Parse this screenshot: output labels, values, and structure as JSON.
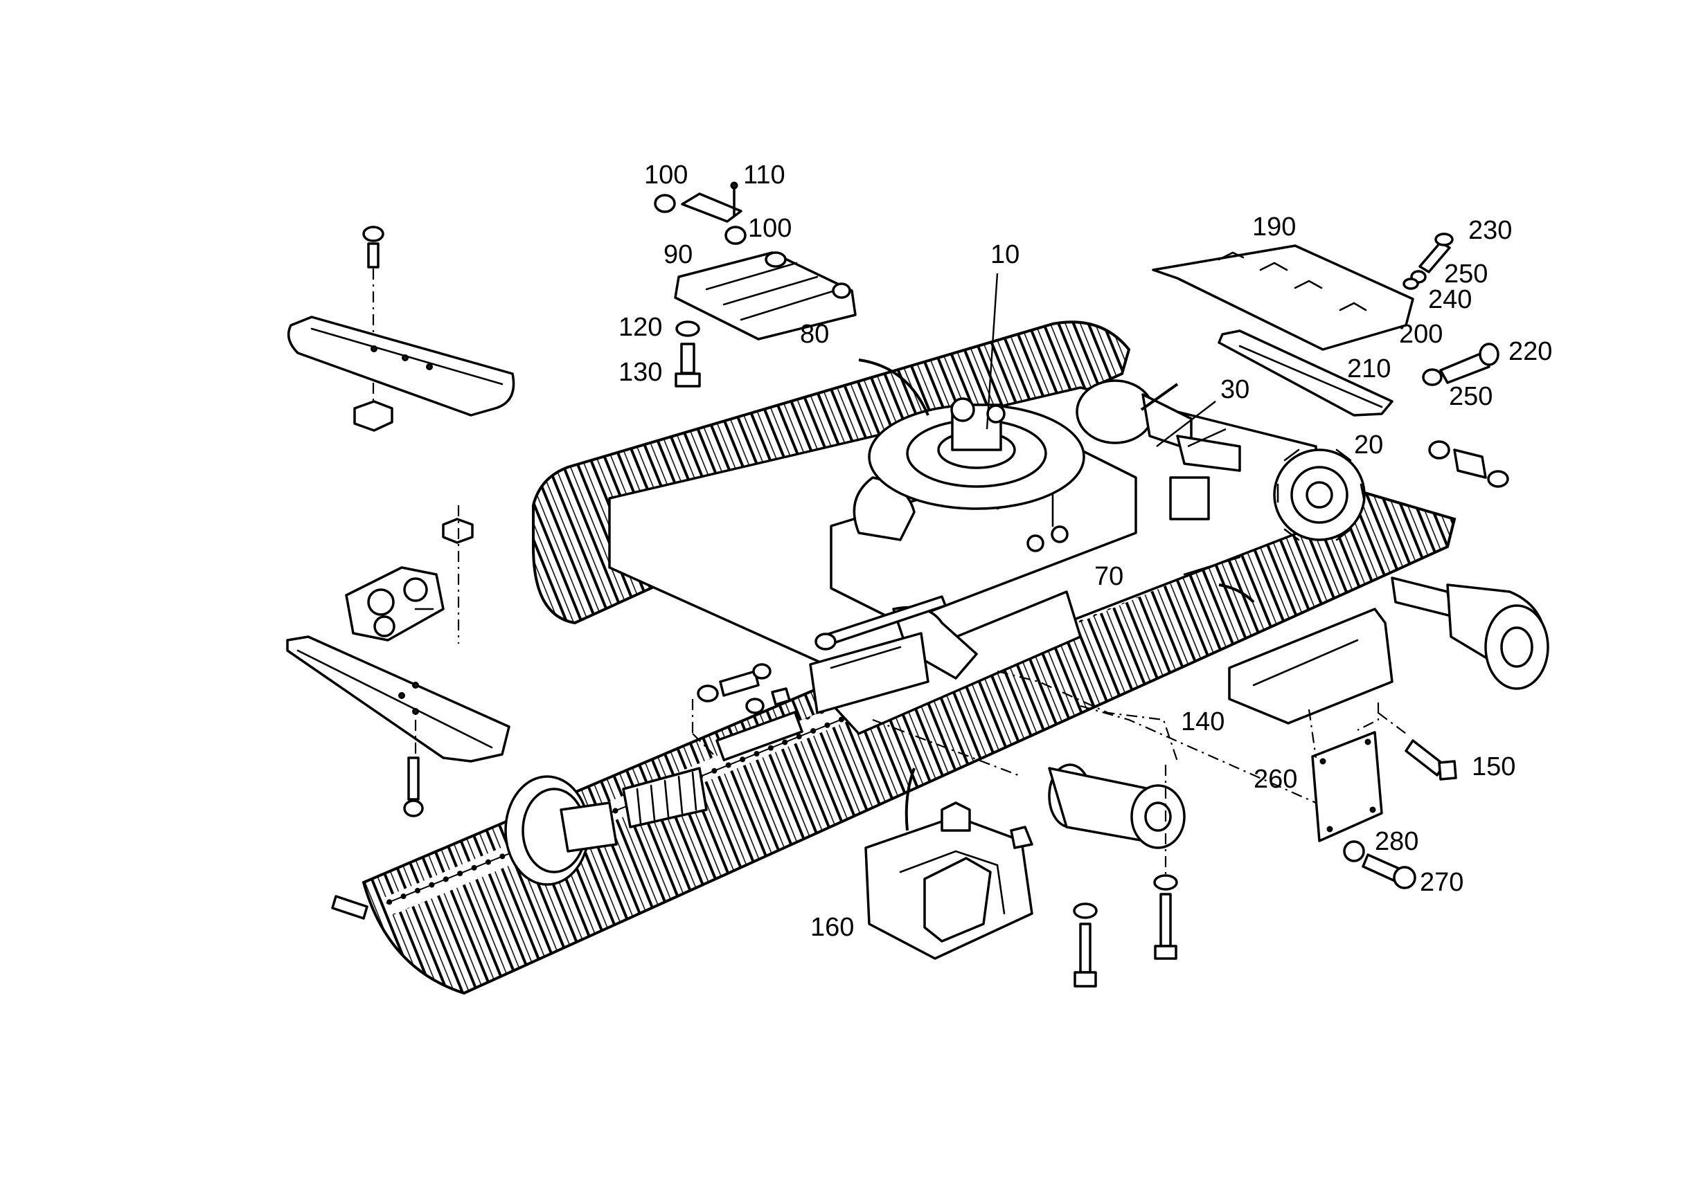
{
  "diagram": {
    "callouts": [
      {
        "key": "c10",
        "label": "10"
      },
      {
        "key": "c20",
        "label": "20"
      },
      {
        "key": "c30",
        "label": "30"
      },
      {
        "key": "c70",
        "label": "70"
      },
      {
        "key": "c80",
        "label": "80"
      },
      {
        "key": "c90",
        "label": "90"
      },
      {
        "key": "c100a",
        "label": "100"
      },
      {
        "key": "c100b",
        "label": "100"
      },
      {
        "key": "c110",
        "label": "110"
      },
      {
        "key": "c120",
        "label": "120"
      },
      {
        "key": "c130",
        "label": "130"
      },
      {
        "key": "c140",
        "label": "140"
      },
      {
        "key": "c150",
        "label": "150"
      },
      {
        "key": "c160",
        "label": "160"
      },
      {
        "key": "c190",
        "label": "190"
      },
      {
        "key": "c200",
        "label": "200"
      },
      {
        "key": "c210",
        "label": "210"
      },
      {
        "key": "c220",
        "label": "220"
      },
      {
        "key": "c230",
        "label": "230"
      },
      {
        "key": "c240",
        "label": "240"
      },
      {
        "key": "c250a",
        "label": "250"
      },
      {
        "key": "c250b",
        "label": "250"
      },
      {
        "key": "c260",
        "label": "260"
      },
      {
        "key": "c270",
        "label": "270"
      },
      {
        "key": "c280",
        "label": "280"
      }
    ]
  }
}
